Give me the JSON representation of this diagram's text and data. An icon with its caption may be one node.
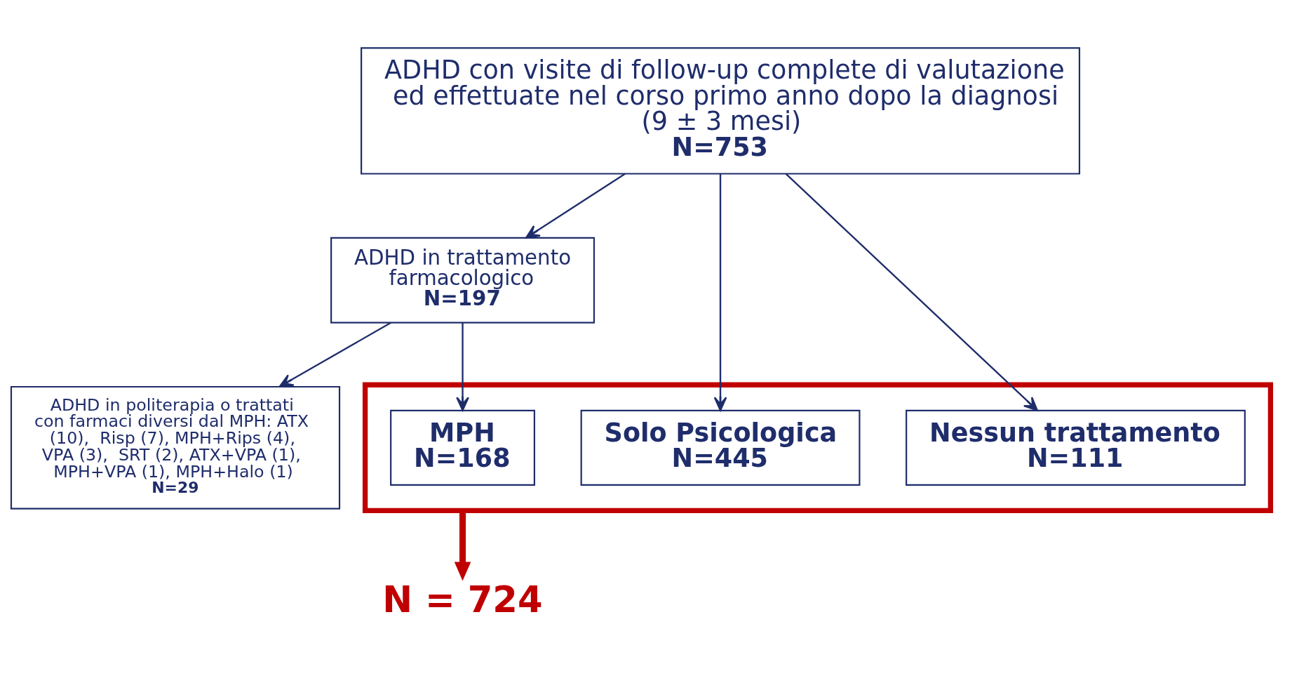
{
  "diagram": {
    "nodes": [
      {
        "text": [
          "ADHD con visite di follow-up complete di valutazione ed effettuate nel corso primo anno dopo la diagnosi (9 ± 3 mesi)",
          "N=753"
        ]
      },
      {
        "text": [
          "ADHD in trattamento farmacologico",
          "N=197"
        ]
      },
      {
        "text": [
          "ADHD in politerapia o trattati con farmaci diversi dal MPH: ATX (10),  Risp (7), MPH+Rips (4), VPA (3),  SRT (2), ATX+VPA (1), MPH+VPA (1), MPH+Halo (1)",
          "N=29"
        ]
      },
      {
        "text": [],
        "shape": "box"
      },
      {
        "text": [
          "MPH",
          "N=168"
        ],
        "in": 3
      },
      {
        "text": [
          "Solo Psicologica",
          "N=445"
        ],
        "in": 3
      },
      {
        "text": [
          "Nessun trattamento",
          "N=111"
        ],
        "in": 3
      },
      {
        "text": [
          "N = 724"
        ]
      }
    ],
    "edges": [
      {
        "from": 0,
        "to": 1,
        "arrow": "to"
      },
      {
        "from": 0,
        "to": 5,
        "arrow": "to"
      },
      {
        "from": 0,
        "to": 6,
        "arrow": "to"
      },
      {
        "from": 1,
        "to": 2,
        "arrow": "to"
      },
      {
        "from": 1,
        "to": 4,
        "arrow": "to"
      },
      {
        "from": 3,
        "to": 7,
        "arrow": "to",
        "style": "thick",
        "color": "#c00000"
      }
    ]
  }
}
